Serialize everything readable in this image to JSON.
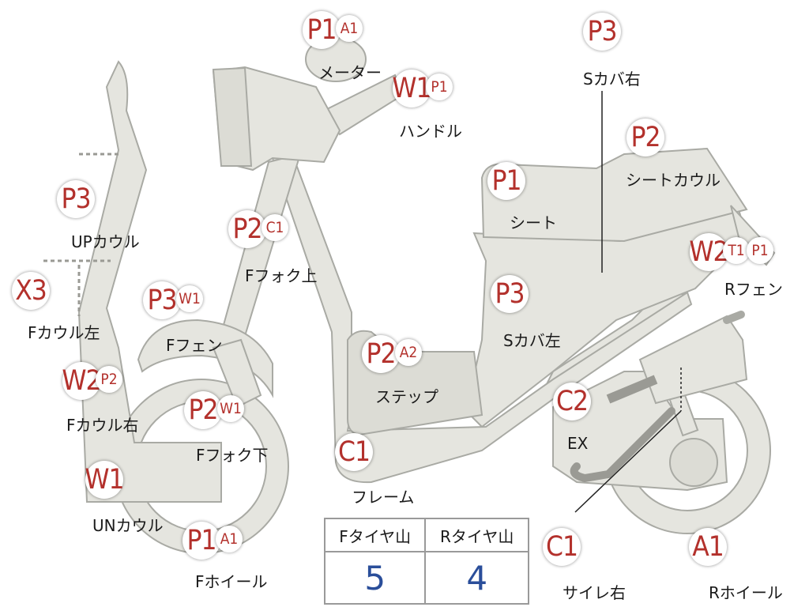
{
  "parts": [
    {
      "id": "meter",
      "codes": [
        "P1",
        "A1"
      ],
      "label": "メーター"
    },
    {
      "id": "handle",
      "codes": [
        "W1",
        "P1"
      ],
      "label": "ハンドル"
    },
    {
      "id": "s-cover-right",
      "codes": [
        "P3"
      ],
      "label": "Sカバ右"
    },
    {
      "id": "seat-cowl",
      "codes": [
        "P2"
      ],
      "label": "シートカウル"
    },
    {
      "id": "seat",
      "codes": [
        "P1"
      ],
      "label": "シート"
    },
    {
      "id": "up-cowl",
      "codes": [
        "P3"
      ],
      "label": "UPカウル"
    },
    {
      "id": "f-fork-upper",
      "codes": [
        "P2",
        "C1"
      ],
      "label": "Fフォク上"
    },
    {
      "id": "r-fender",
      "codes": [
        "W2",
        "T1",
        "P1"
      ],
      "label": "Rフェン"
    },
    {
      "id": "f-cowl-left",
      "codes": [
        "X3"
      ],
      "label": "Fカウル左"
    },
    {
      "id": "f-fender",
      "codes": [
        "P3",
        "W1"
      ],
      "label": "Fフェン"
    },
    {
      "id": "s-cover-left",
      "codes": [
        "P3"
      ],
      "label": "Sカバ左"
    },
    {
      "id": "step",
      "codes": [
        "P2",
        "A2"
      ],
      "label": "ステップ"
    },
    {
      "id": "f-cowl-right",
      "codes": [
        "W2",
        "P2"
      ],
      "label": "Fカウル右"
    },
    {
      "id": "f-fork-lower",
      "codes": [
        "P2",
        "W1"
      ],
      "label": "Fフォク下"
    },
    {
      "id": "ex",
      "codes": [
        "C2"
      ],
      "label": "EX"
    },
    {
      "id": "frame",
      "codes": [
        "C1"
      ],
      "label": "フレーム"
    },
    {
      "id": "un-cowl",
      "codes": [
        "W1"
      ],
      "label": "UNカウル"
    },
    {
      "id": "f-wheel",
      "codes": [
        "P1",
        "A1"
      ],
      "label": "Fホイール"
    },
    {
      "id": "muffler-right",
      "codes": [
        "C1"
      ],
      "label": "サイレ右"
    },
    {
      "id": "r-wheel",
      "codes": [
        "A1"
      ],
      "label": "Rホイール"
    }
  ],
  "tire_table": {
    "front_header": "Fタイヤ山",
    "rear_header": "Rタイヤ山",
    "front_value": "5",
    "rear_value": "4"
  },
  "colors": {
    "code_text": "#b3312c",
    "tire_value": "#2a4e9a",
    "part_fill": "#e5e5df"
  }
}
